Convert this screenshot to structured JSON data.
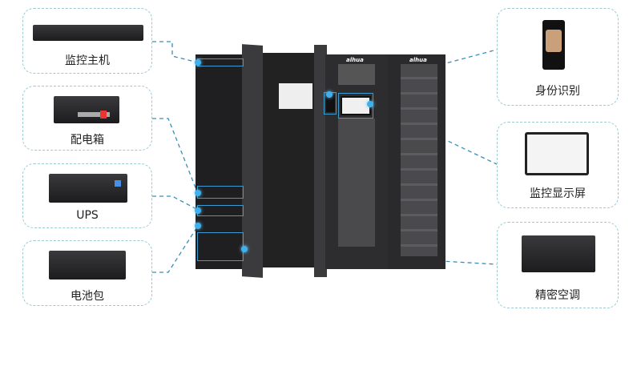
{
  "left_items": [
    {
      "label": "监控主机"
    },
    {
      "label": "配电箱"
    },
    {
      "label": "UPS"
    },
    {
      "label": "电池包"
    }
  ],
  "right_items": [
    {
      "label": "身份识别"
    },
    {
      "label": "监控显示屏"
    },
    {
      "label": "精密空调"
    }
  ],
  "brand_logo": "alhua",
  "colors": {
    "dash": "#9cc9d3",
    "line": "#3a8fb8",
    "highlight": "#3b9ad0"
  }
}
